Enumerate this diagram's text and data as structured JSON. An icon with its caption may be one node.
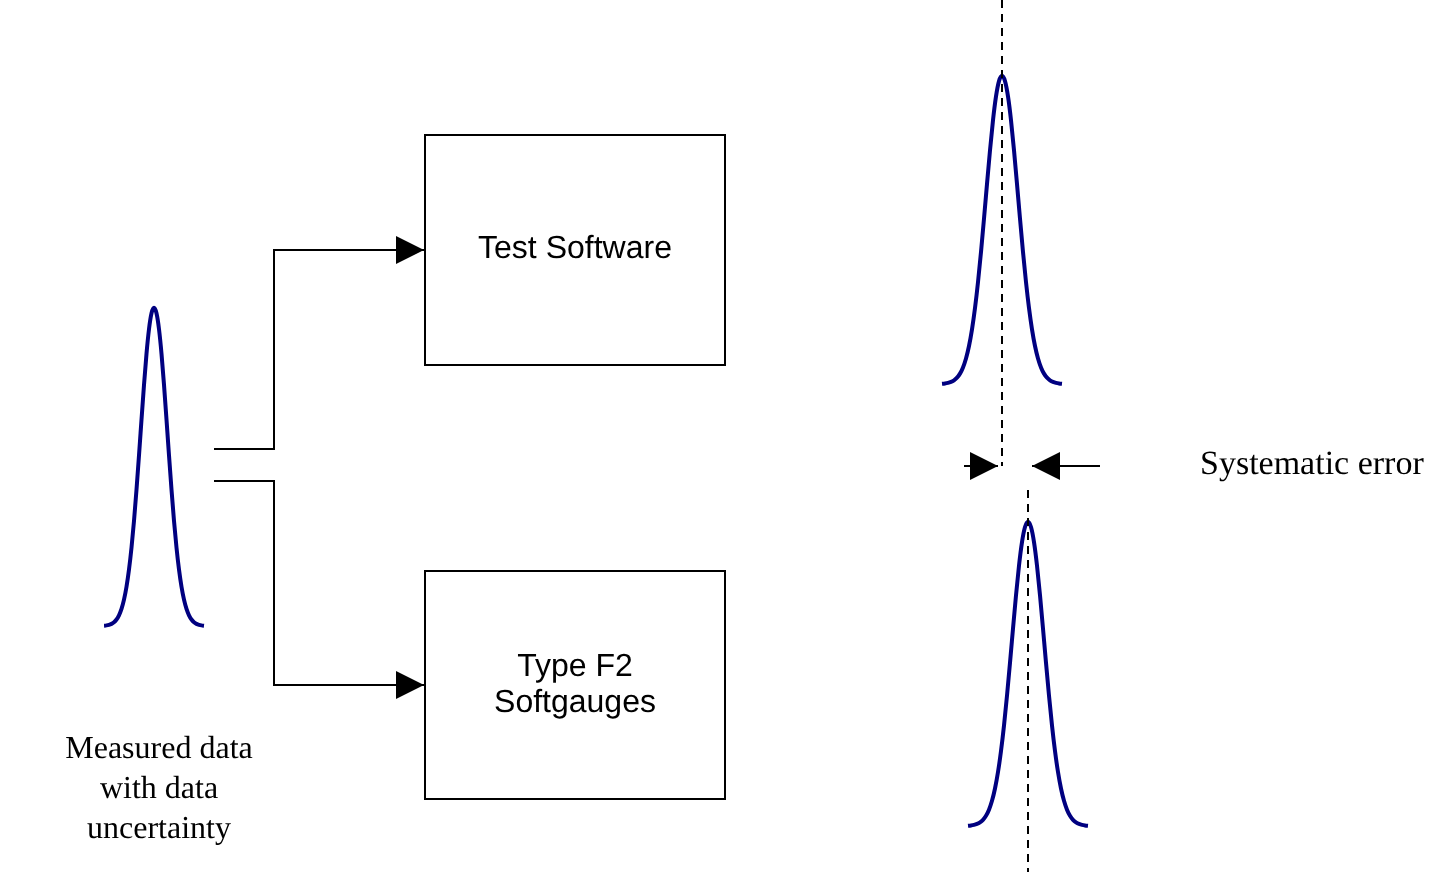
{
  "diagram": {
    "nodes": [
      {
        "text": [],
        "shape": "picture",
        "beside": [
          "Measured data with data uncertainty"
        ]
      },
      {
        "text": [
          "Test Software"
        ]
      },
      {
        "text": [
          "Type F2 Softgauges"
        ]
      }
    ],
    "edges": [
      {
        "from": 0,
        "to": 1,
        "arrow": "to"
      },
      {
        "from": 0,
        "to": 2,
        "arrow": "to"
      }
    ],
    "labels": [
      "Systematic error"
    ]
  }
}
